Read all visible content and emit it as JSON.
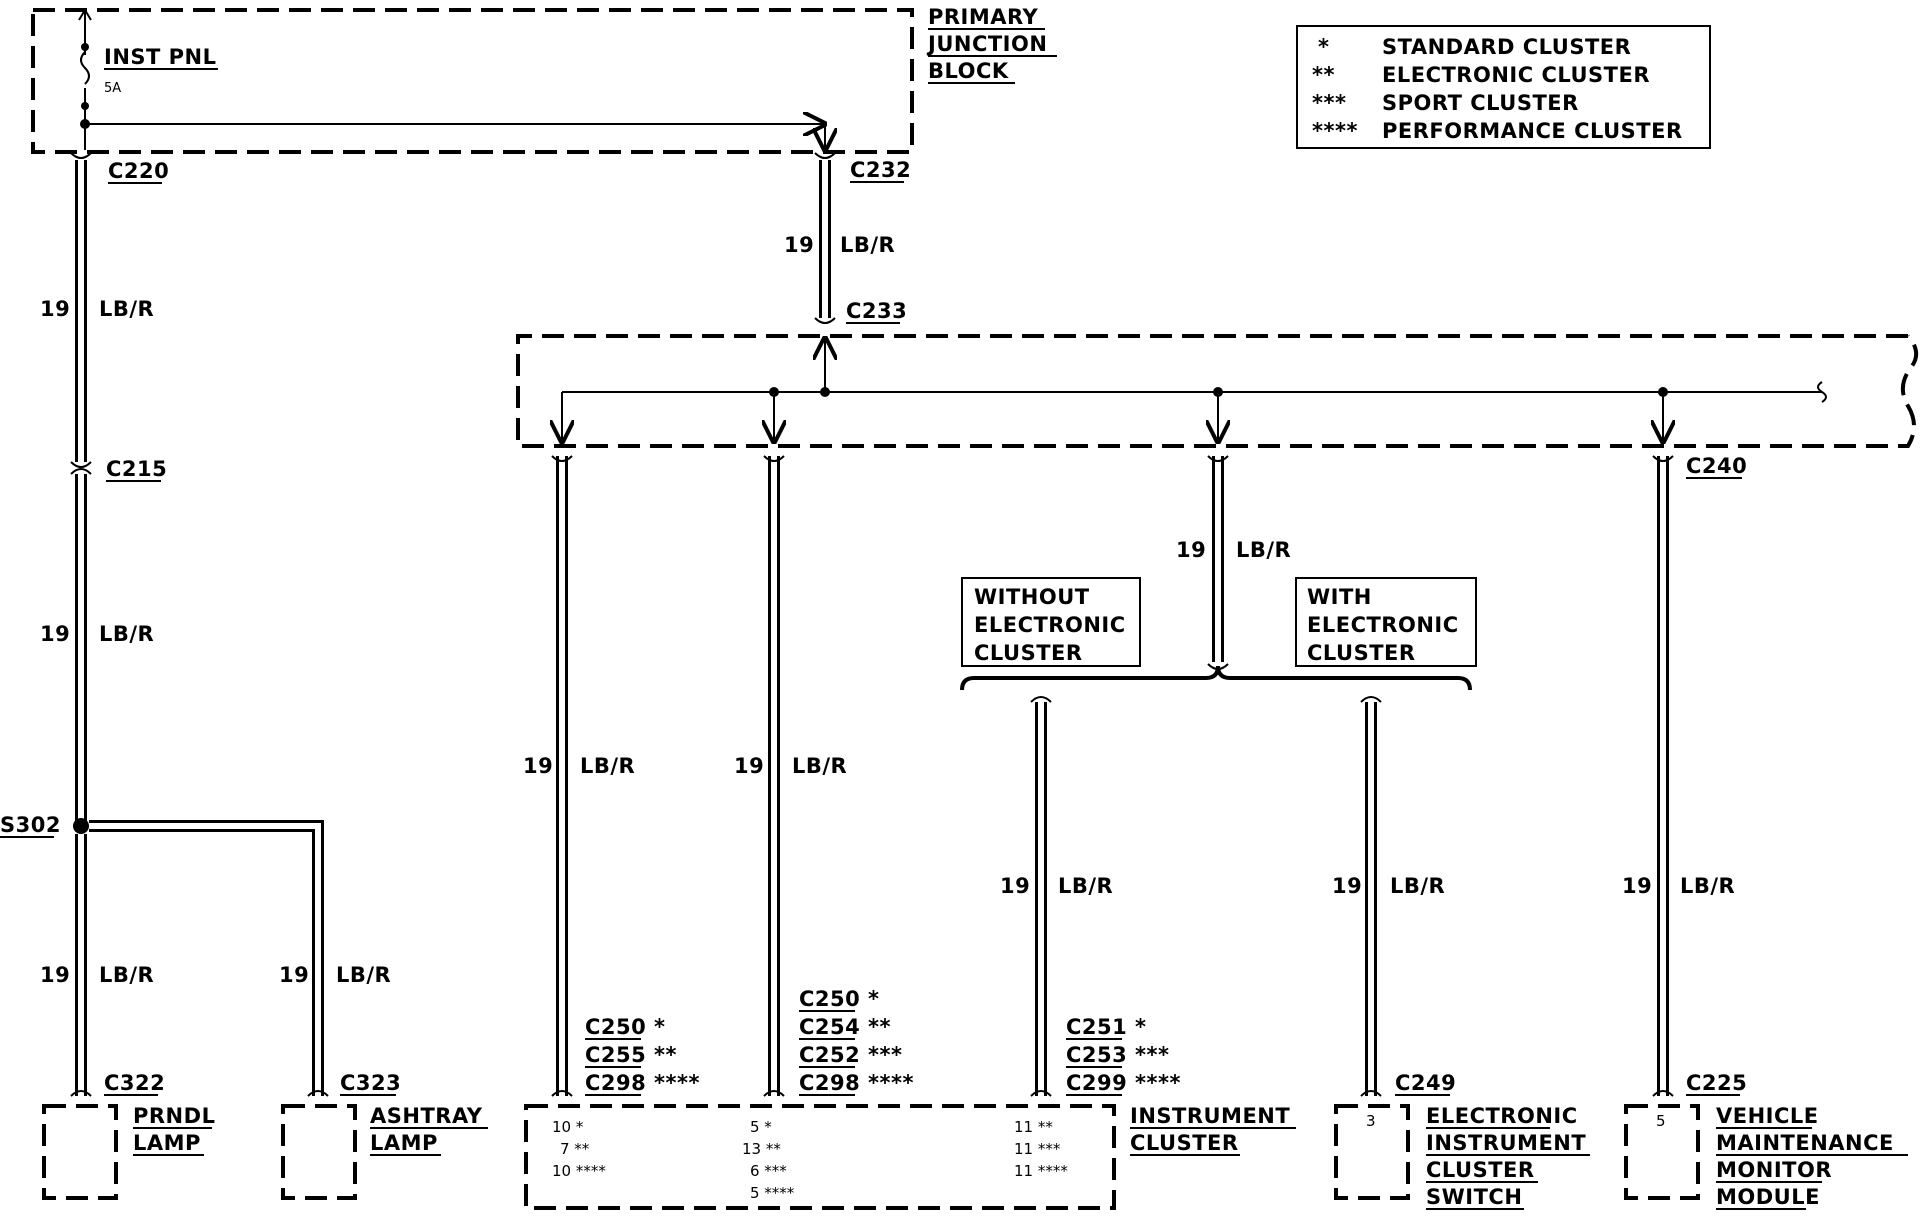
{
  "junction_block": {
    "label_lines": [
      "PRIMARY",
      "JUNCTION",
      "BLOCK"
    ],
    "fuse_name": "INST PNL",
    "fuse_rating": "5A"
  },
  "legend": [
    {
      "stars": "*",
      "text": "STANDARD CLUSTER"
    },
    {
      "stars": "**",
      "text": "ELECTRONIC CLUSTER"
    },
    {
      "stars": "***",
      "text": "SPORT CLUSTER"
    },
    {
      "stars": "****",
      "text": "PERFORMANCE CLUSTER"
    }
  ],
  "wire": {
    "gauge": "19",
    "color": "LB/R"
  },
  "connectors": {
    "c220": "C220",
    "c232": "C232",
    "c233": "C233",
    "c215": "C215",
    "c240": "C240",
    "s302": "S302",
    "c322": "C322",
    "c323": "C323",
    "c249": "C249",
    "c225": "C225"
  },
  "option_boxes": {
    "without": [
      "WITHOUT",
      "ELECTRONIC",
      "CLUSTER"
    ],
    "with": [
      "WITH",
      "ELECTRONIC",
      "CLUSTER"
    ]
  },
  "connector_groups": {
    "g1": [
      {
        "name": "C250",
        "stars": "*"
      },
      {
        "name": "C255",
        "stars": "**"
      },
      {
        "name": "C298",
        "stars": "****"
      }
    ],
    "g2": [
      {
        "name": "C250",
        "stars": "*"
      },
      {
        "name": "C254",
        "stars": "**"
      },
      {
        "name": "C252",
        "stars": "***"
      },
      {
        "name": "C298",
        "stars": "****"
      }
    ],
    "g3": [
      {
        "name": "C251",
        "stars": "*"
      },
      {
        "name": "C253",
        "stars": "***"
      },
      {
        "name": "C299",
        "stars": "****"
      }
    ]
  },
  "pins": {
    "col1": [
      "10 *",
      "7 **",
      "10 ****"
    ],
    "col2": [
      "5 *",
      "13 **",
      "6 ***",
      "5 ****"
    ],
    "col3": [
      "11 **",
      "11 ***",
      "11 ****"
    ],
    "c249": "3",
    "c225": "5"
  },
  "components": {
    "prndl": [
      "PRNDL",
      "LAMP"
    ],
    "ashtray": [
      "ASHTRAY",
      "LAMP"
    ],
    "cluster": [
      "INSTRUMENT",
      "CLUSTER"
    ],
    "switch": [
      "ELECTRONIC",
      "INSTRUMENT",
      "CLUSTER",
      "SWITCH"
    ],
    "vmm": [
      "VEHICLE",
      "MAINTENANCE",
      "MONITOR",
      "MODULE"
    ]
  }
}
